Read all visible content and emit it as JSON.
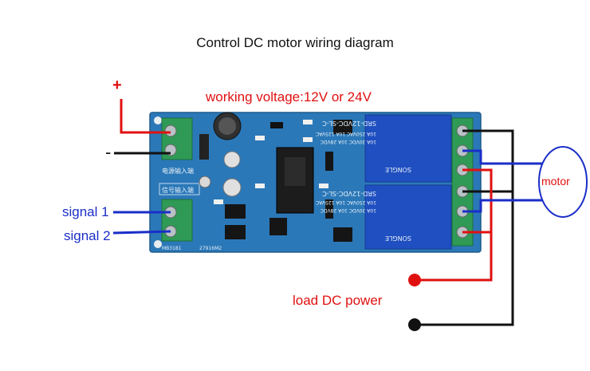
{
  "title": "Control DC motor wiring diagram",
  "labels": {
    "working_voltage": "working voltage:12V or 24V",
    "plus": "+",
    "minus": "-",
    "signal1": "signal 1",
    "signal2": "signal 2",
    "motor": "motor",
    "load_power": "load DC power"
  },
  "board": {
    "power_input_text": "电源输入端",
    "signal_input_text": "信号输入端",
    "relay_model": "SRD-12VDC-SL-C",
    "relay_rating_1": "10A 250VAC  10A 125VAC",
    "relay_rating_2": "10A 30VDC  10A 28VDC",
    "relay_brand": "SONGLE",
    "pcb_code_1": "MB3181",
    "pcb_code_2": "27916M2"
  },
  "colors": {
    "positive_wire": "#e01010",
    "negative_wire": "#111111",
    "signal_wire": "#1a2ec8",
    "pcb": "#2b78b8",
    "relay": "#1f4fc0"
  }
}
